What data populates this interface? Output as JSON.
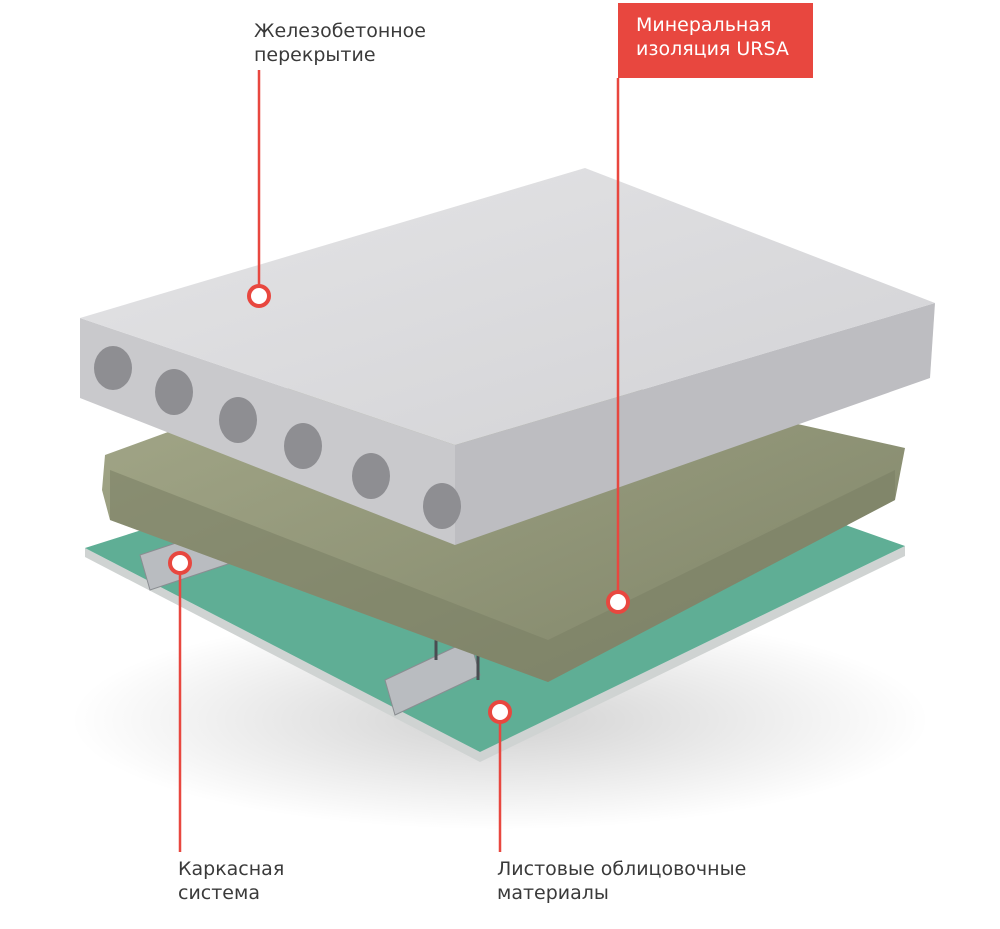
{
  "callouts": {
    "slab": {
      "line1": "Железобетонное",
      "line2": "перекрытие"
    },
    "insulation": {
      "line1": "Минеральная",
      "line2": "изоляция URSA"
    },
    "frame": {
      "line1": "Каркасная",
      "line2": "система"
    },
    "sheets": {
      "line1": "Листовые облицовочные",
      "line2": "материалы"
    }
  },
  "colors": {
    "accent": "#e8473f",
    "board": "#5fae95",
    "wool": "#8d9274",
    "concrete": "#d9d9db"
  }
}
